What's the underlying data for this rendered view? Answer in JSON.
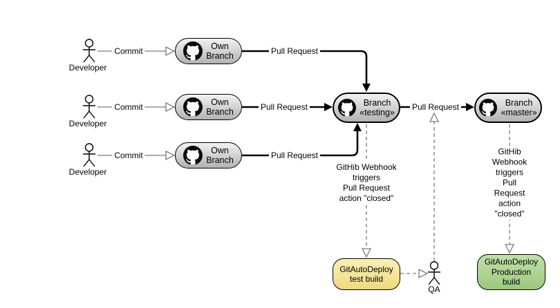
{
  "colors": {
    "node_fill_top": "#f2f2f2",
    "node_fill_bottom": "#b2b2b2",
    "node_border": "#000000",
    "commit_line": "#7a7a7a",
    "pull_request_line": "#000000",
    "dashed_line": "#7a7a7a",
    "test_build_fill": "#f2e08e",
    "production_build_fill": "#a9d08e",
    "background": "#ffffff"
  },
  "actors": [
    {
      "label": "Developer"
    },
    {
      "label": "Developer"
    },
    {
      "label": "Developer"
    }
  ],
  "qa_actor": {
    "label": "QA"
  },
  "nodes": {
    "own_branch_1": {
      "label": "Own\nBranch"
    },
    "own_branch_2": {
      "label": "Own\nBranch"
    },
    "own_branch_3": {
      "label": "Own\nBranch"
    },
    "branch_testing": {
      "label": "Branch\n«testing»"
    },
    "branch_master": {
      "label": "Branch\n«master»"
    },
    "test_build": {
      "label": "GitAutoDeploy\ntest build"
    },
    "production_build": {
      "label": "GitAutoDeploy\nProduction\nbuild"
    }
  },
  "edge_labels": {
    "commit_1": "Commit",
    "commit_2": "Commit",
    "commit_3": "Commit",
    "pull_request_1": "Pull Request",
    "pull_request_2": "Pull Request",
    "pull_request_3": "Pull Request",
    "pull_request_master": "Pull Request",
    "webhook_testing": "GitHib Webhook\ntriggers\nPull Request\naction \"closed\"",
    "webhook_master": "GitHib Webhook\ntriggers\nPull Request\naction \"closed\""
  }
}
